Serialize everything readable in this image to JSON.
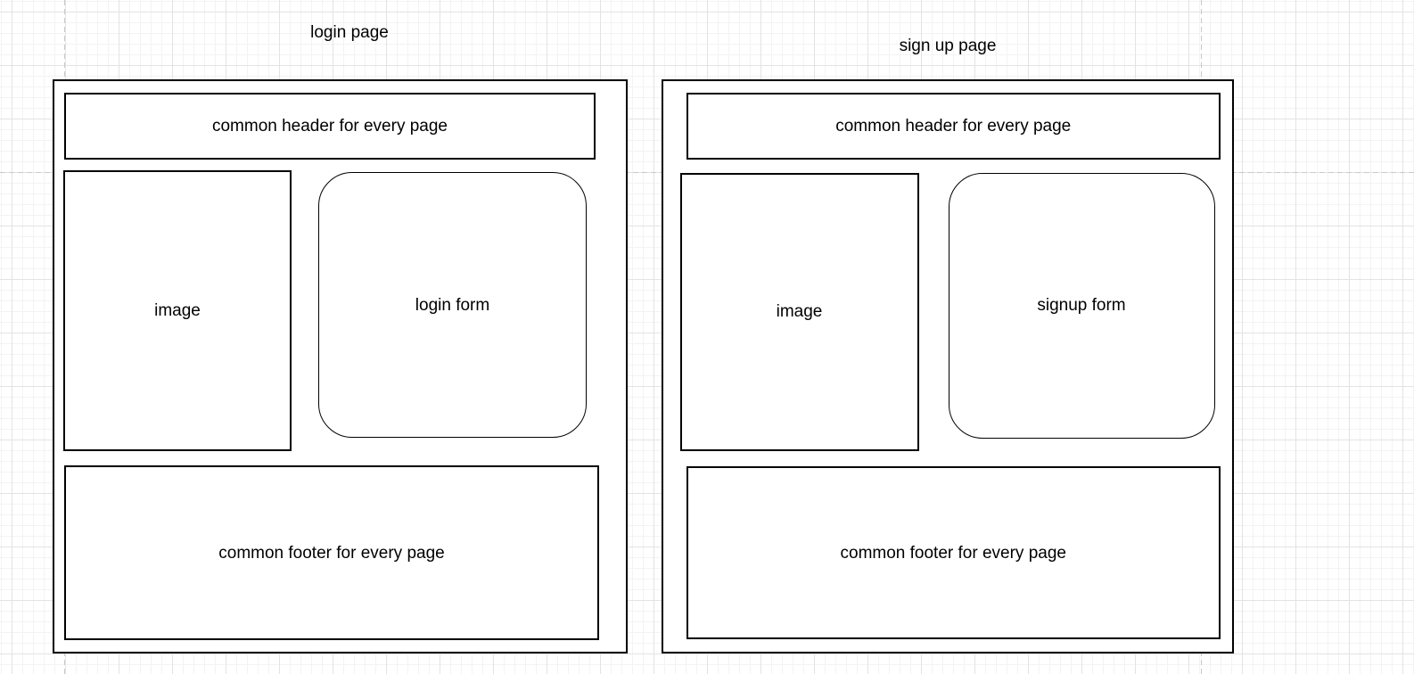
{
  "canvas": {
    "background_color": "#ffffff",
    "grid_minor_color": "#f3f3f3",
    "grid_major_color": "#e3e3e3",
    "page_separator_color": "#c9c9c9",
    "shape_stroke_color": "#000000",
    "shape_fill_color": "#ffffff",
    "text_color": "#000000"
  },
  "pages": [
    {
      "title": "login page",
      "header_label": "common header for every page",
      "image_label": "image",
      "form_label": "login form",
      "footer_label": "common footer for every page"
    },
    {
      "title": "sign up page",
      "header_label": "common header for every page",
      "image_label": "image",
      "form_label": "signup form",
      "footer_label": "common footer for every page"
    }
  ]
}
